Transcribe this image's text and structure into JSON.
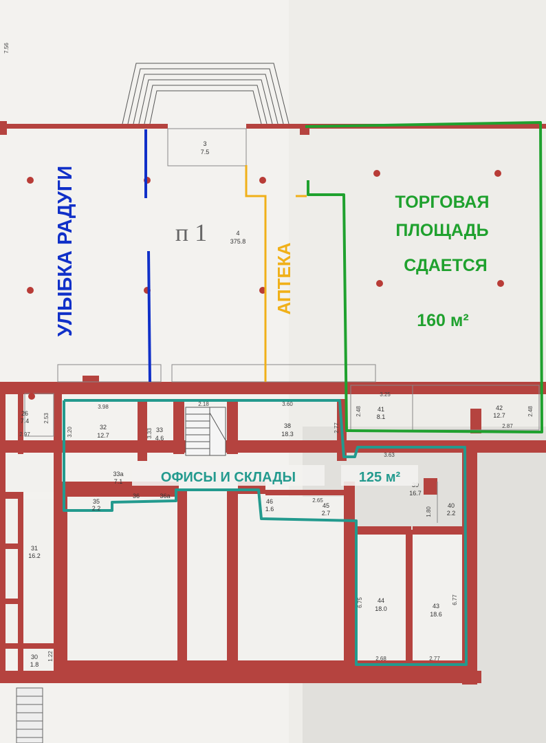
{
  "labels": {
    "corner_note": "7.56",
    "smile": "УЛЫБКА РАДУГИ",
    "pharmacy": "АПТЕКА",
    "retail_line1": "ТОРГОВАЯ",
    "retail_line2": "ПЛОЩАДЬ",
    "retail_line3": "СДАЕТСЯ",
    "retail_area": "160 м²",
    "offices": "ОФИСЫ И СКЛАДЫ",
    "offices_area": "125 м²",
    "hall_mark": "п 1"
  },
  "rooms": {
    "r3_num": "3",
    "r3_area": "7.5",
    "r4_num": "4",
    "r4_area": "375.8",
    "r26_num": "26",
    "r26_area": "7.4",
    "r32_num": "32",
    "r32_area": "12.7",
    "r33_num": "33",
    "r33_area": "4.6",
    "r38_num": "38",
    "r38_area": "18.3",
    "r41_num": "41",
    "r41_area": "8.1",
    "r42_num": "42",
    "r42_area": "12.7",
    "r39_num": "39",
    "r39_area": "16.7",
    "r40_num": "40",
    "r40_area": "2.2",
    "r33a_num": "33а",
    "r33a_area": "7.1",
    "r35_num": "35",
    "r35_area": "2.2",
    "r36_num": "36",
    "r36a_num": "36а",
    "r46_num": "46",
    "r46_area": "1.6",
    "r45_num": "45",
    "r45_area": "2.7",
    "r31_num": "31",
    "r31_area": "16.2",
    "r44_num": "44",
    "r44_area": "18.0",
    "r43_num": "43",
    "r43_area": "18.6",
    "r30_num": "30",
    "r30_area": "1.8"
  },
  "dims": {
    "d398": "3.98",
    "d333": "3.33",
    "d218": "2.18",
    "d360": "3.60",
    "d320": "3.20",
    "d253": "2.53",
    "d297": "2.97",
    "d325": "3.25",
    "d248a": "2.48",
    "d248b": "2.48",
    "d287": "2.87",
    "d277a": "2.77",
    "d363": "3.63",
    "d265": "2.65",
    "d180": "1.80",
    "d675": "6.75",
    "d677": "6.77",
    "d268": "2.68",
    "d277b": "2.77",
    "d122": "1.22"
  },
  "colors": {
    "wall": "#b5433f",
    "paper": "#f4f3f0",
    "retail_green": "#1fa12e",
    "office_teal": "#239a8e",
    "smile_blue": "#1030c8",
    "pharmacy_yellow": "#f0b019",
    "column_red": "#b83c37",
    "line_gray": "#777777"
  },
  "icons": [
    "column-marker",
    "staircase-icon"
  ]
}
